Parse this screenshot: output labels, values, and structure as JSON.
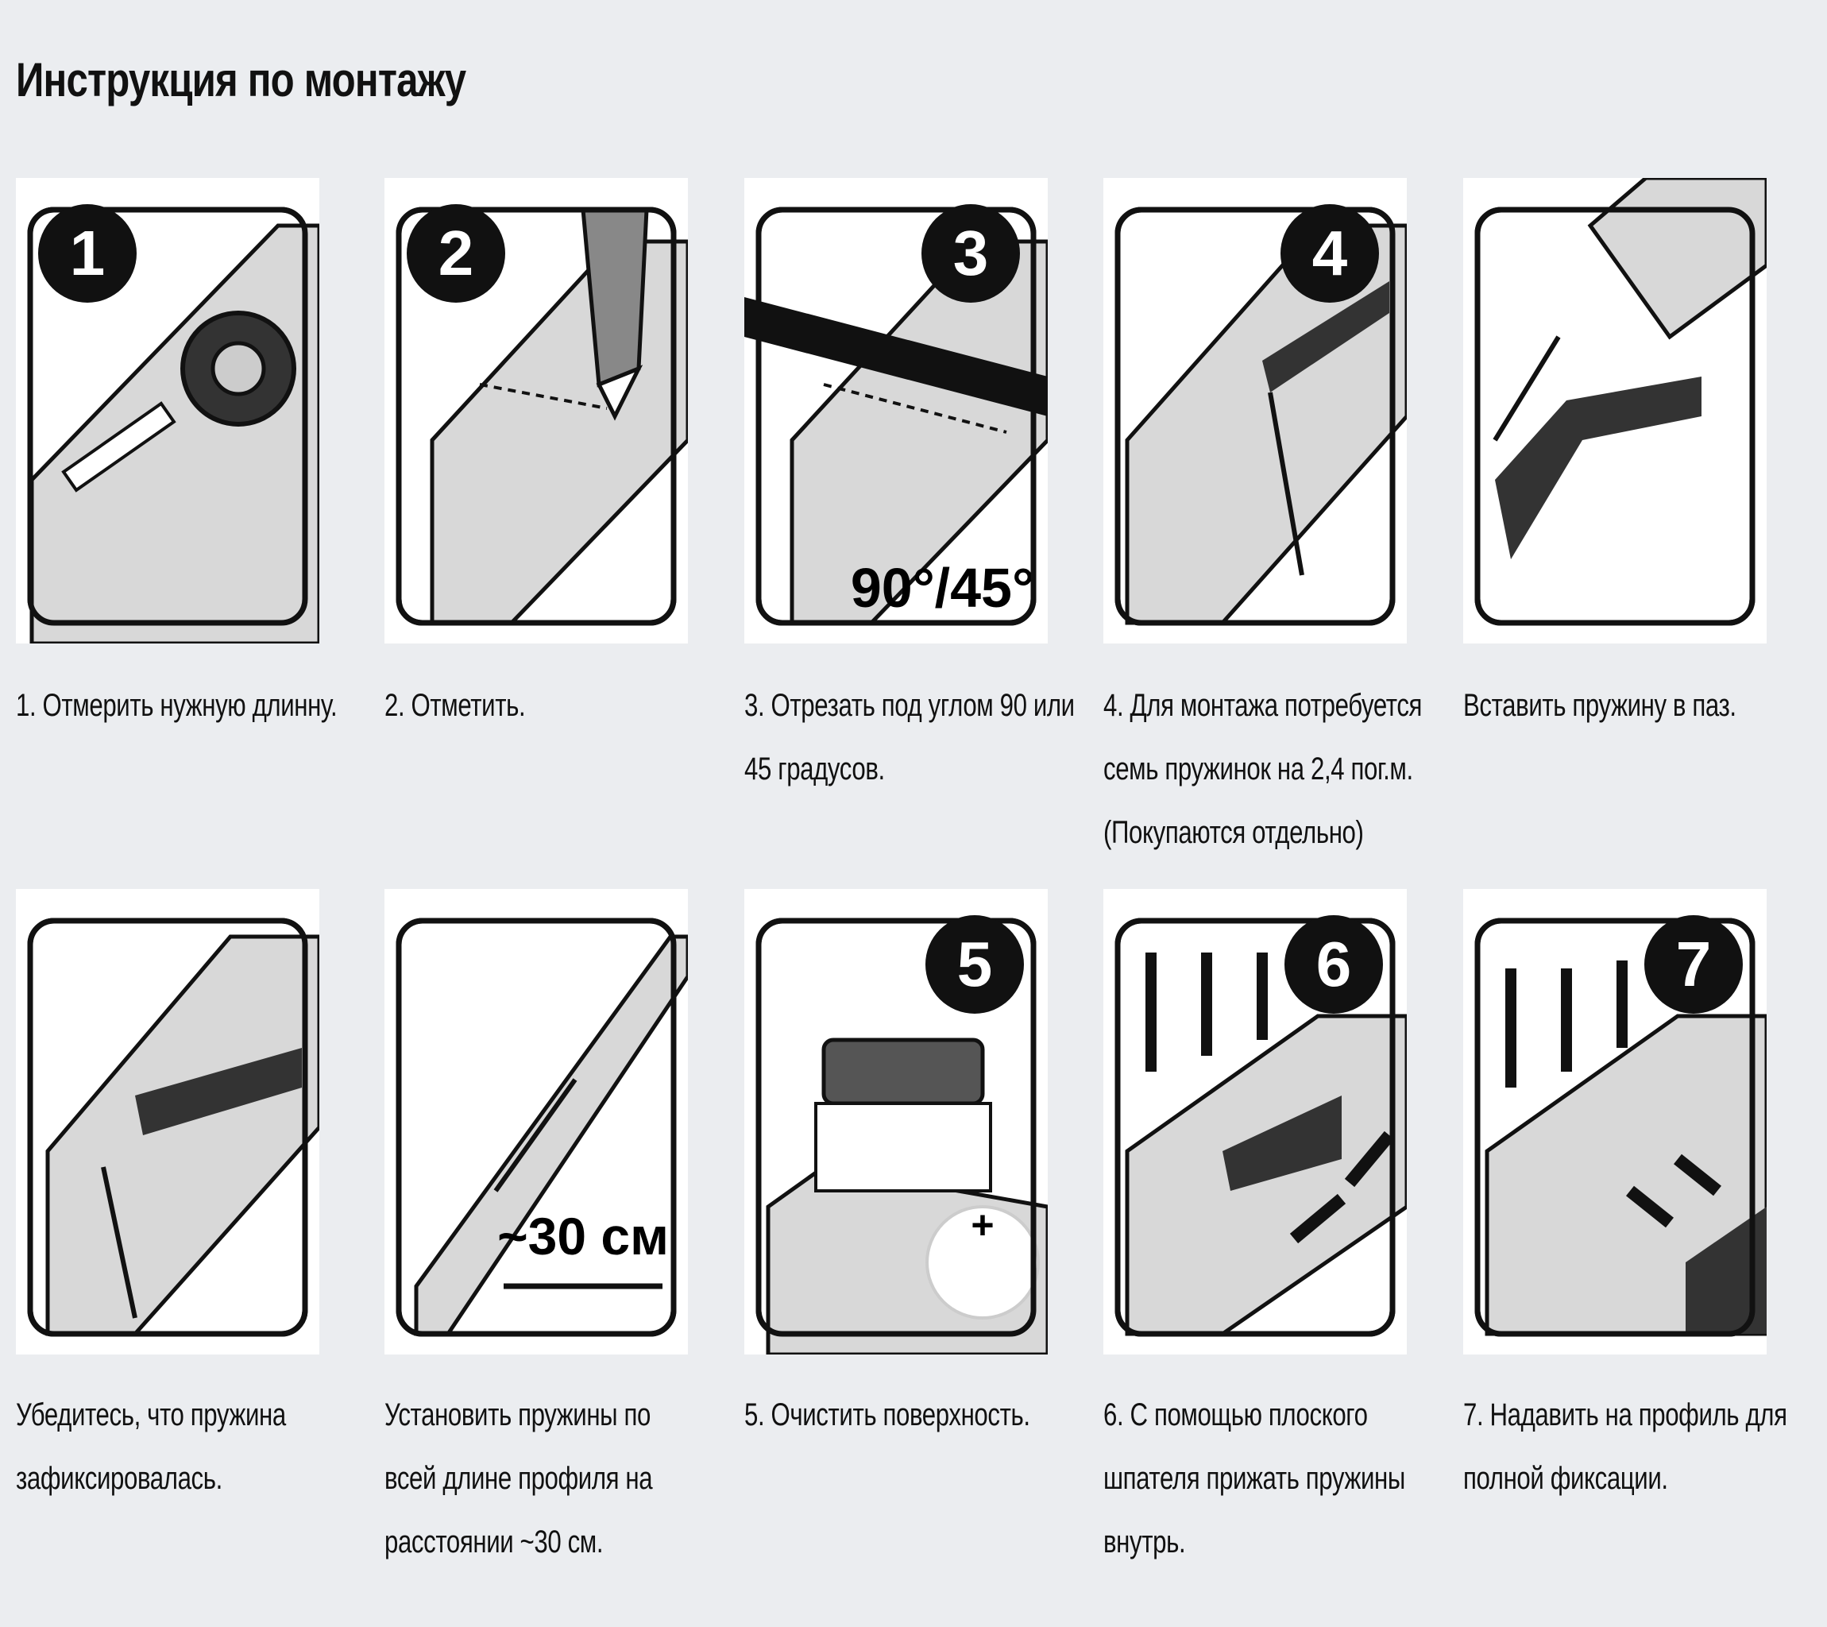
{
  "title": "Инструкция по монтажу",
  "steps": [
    {
      "badge": "1",
      "caption": [
        "1. Отмерить нужную длинну."
      ]
    },
    {
      "badge": "2",
      "caption": [
        "2. Отметить."
      ]
    },
    {
      "badge": "3",
      "label": "90°/45°",
      "caption": [
        "3. Отрезать под углом 90 или",
        "45 градусов."
      ]
    },
    {
      "badge": "4",
      "caption": [
        "4. Для монтажа потребуется",
        "семь пружинок на 2,4 пог.м.",
        "(Покупаются отдельно)"
      ]
    },
    {
      "badge": "",
      "caption": [
        "Вставить пружину в паз."
      ]
    },
    {
      "badge": "",
      "caption": [
        "Убедитесь, что пружина",
        "зафиксировалась."
      ]
    },
    {
      "badge": "",
      "label": "~30 см",
      "caption": [
        "Установить пружины по",
        "всей длине профиля на",
        "расстоянии ~30 см."
      ]
    },
    {
      "badge": "5",
      "label": "+",
      "caption": [
        "5. Очистить поверхность."
      ]
    },
    {
      "badge": "6",
      "caption": [
        "6. С помощью плоского",
        "шпателя прижать пружины",
        "внутрь."
      ]
    },
    {
      "badge": "7",
      "caption": [
        "7. Надавить на профиль для",
        "полной фиксации."
      ]
    }
  ]
}
